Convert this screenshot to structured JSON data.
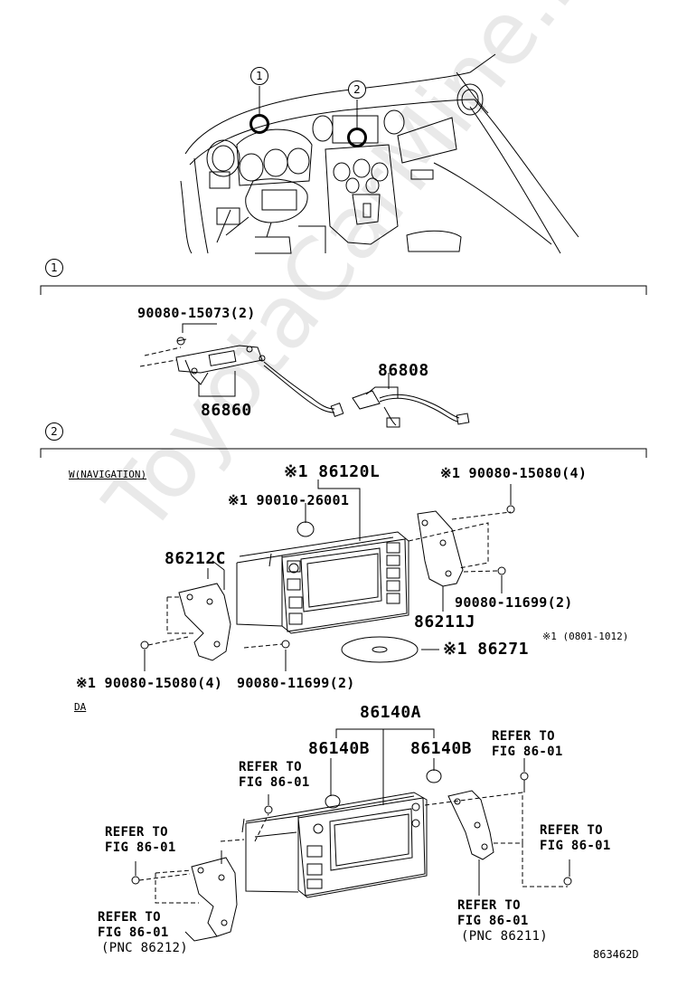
{
  "watermark": "ToyotaCarMine.ru",
  "callouts": {
    "one": "1",
    "two": "2"
  },
  "section1": {
    "marker": "1",
    "parts": {
      "bolt": "90080-15073(2)",
      "bracket": "86860",
      "harness": "86808"
    }
  },
  "section2": {
    "marker": "2",
    "navigation": {
      "heading": "W(NAVIGATION)",
      "unit": "※1 86120L",
      "cap": "※1 90010-26001",
      "bolt_top_right": "※1 90080-15080(4)",
      "bracket_left": "86212C",
      "bracket_right": "86211J",
      "screw_right": "90080-11699(2)",
      "screw_bottom": "90080-11699(2)",
      "bolt_bottom_left": "※1 90080-15080(4)",
      "disc": "※1 86271",
      "footnote": "※1 (0801-1012)"
    },
    "da": {
      "heading": "DA",
      "unit": "86140A",
      "knob_left": "86140B",
      "knob_right": "86140B",
      "ref_top_right": [
        "REFER TO",
        "FIG 86-01"
      ],
      "ref_top_center": [
        "REFER TO",
        "FIG 86-01"
      ],
      "ref_left": [
        "REFER TO",
        "FIG 86-01"
      ],
      "ref_right": [
        "REFER TO",
        "FIG 86-01"
      ],
      "ref_bottom_left": [
        "REFER TO",
        "FIG 86-01",
        "(PNC 86212)"
      ],
      "ref_bottom_right": [
        "REFER TO",
        "FIG 86-01",
        "(PNC 86211)"
      ]
    }
  },
  "figure_code": "863462D"
}
